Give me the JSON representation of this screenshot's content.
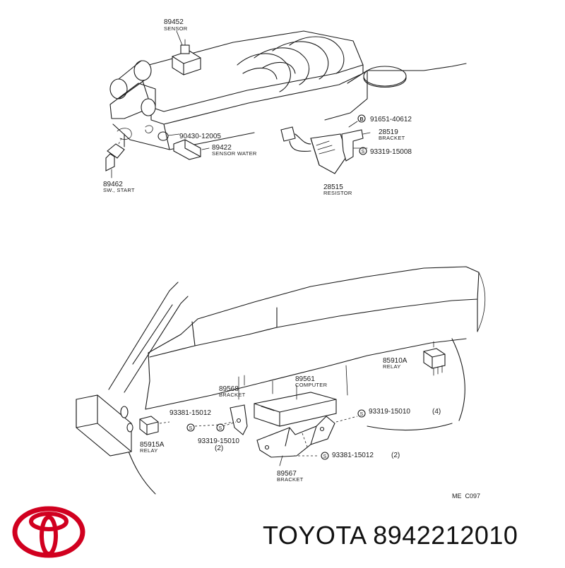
{
  "brand": {
    "name": "TOYOTA",
    "part_number": "8942212010",
    "logo_color": "#d1001f"
  },
  "diagram_code": "ME  C097",
  "upper_parts": [
    {
      "number": "89452",
      "name": "SENSOR"
    },
    {
      "number": "90430-12005",
      "name": ""
    },
    {
      "number": "89422",
      "name": "SENSOR WATER"
    },
    {
      "number": "89462",
      "name": "SW., START"
    },
    {
      "number": "91651-40612",
      "name": "",
      "marker": "B"
    },
    {
      "number": "28519",
      "name": "BRACKET"
    },
    {
      "number": "93319-15008",
      "name": "",
      "marker": "S"
    },
    {
      "number": "28515",
      "name": "RESISTOR"
    }
  ],
  "lower_parts": [
    {
      "number": "85910A",
      "name": "RELAY"
    },
    {
      "number": "89561",
      "name": "COMPUTER"
    },
    {
      "number": "89568",
      "name": "BRACKET"
    },
    {
      "number": "93381-15012",
      "name": "",
      "marker": "S"
    },
    {
      "number": "93319-15010",
      "qty": "(2)",
      "marker": "S"
    },
    {
      "number": "85915A",
      "name": "RELAY"
    },
    {
      "number": "93319-15010",
      "qty": "(4)",
      "marker": "S"
    },
    {
      "number": "93381-15012",
      "qty": "(2)",
      "marker": "S"
    },
    {
      "number": "89567",
      "name": "BRACKET"
    }
  ]
}
